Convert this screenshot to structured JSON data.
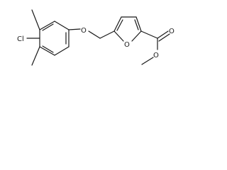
{
  "molecule": {
    "atoms": {
      "chlorine": "Cl",
      "ether_oxygen": "O",
      "furan_oxygen": "O",
      "carbonyl_oxygen": "O",
      "ester_oxygen": "O"
    }
  }
}
